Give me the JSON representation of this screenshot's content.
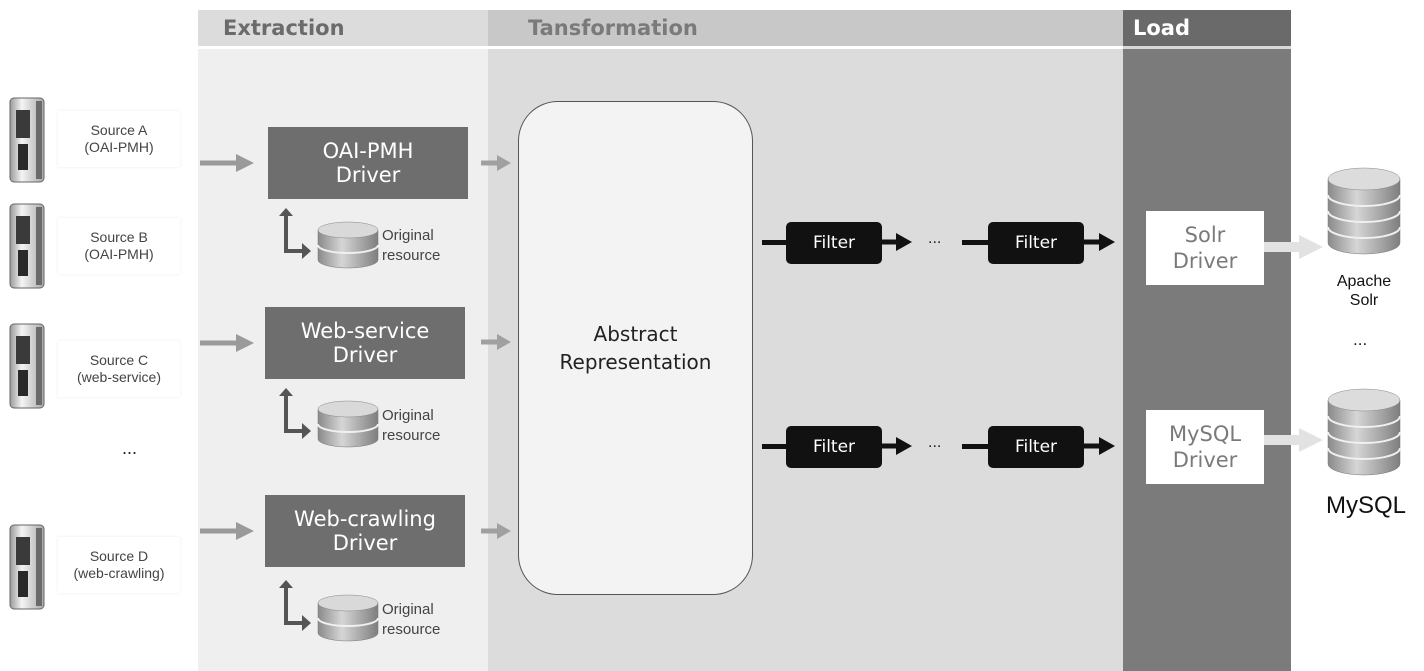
{
  "headers": {
    "extraction": "Extraction",
    "transformation": "Tansformation",
    "load": "Load"
  },
  "sources": [
    {
      "line1": "Source A",
      "line2": "(OAI-PMH)"
    },
    {
      "line1": "Source B",
      "line2": "(OAI-PMH)"
    },
    {
      "line1": "Source C",
      "line2": "(web-service)"
    },
    {
      "line1": "Source D",
      "line2": "(web-crawling)"
    }
  ],
  "sources_ellipsis": "...",
  "drivers": [
    {
      "line1": "OAI-PMH",
      "line2": "Driver"
    },
    {
      "line1": "Web-service",
      "line2": "Driver"
    },
    {
      "line1": "Web-crawling",
      "line2": "Driver"
    }
  ],
  "original_resource": {
    "line1": "Original",
    "line2": "resource"
  },
  "abstract": {
    "line1": "Abstract",
    "line2": "Representation"
  },
  "filters": {
    "label": "Filter",
    "ellipsis": "..."
  },
  "load_drivers": [
    {
      "line1": "Solr",
      "line2": "Driver"
    },
    {
      "line1": "MySQL",
      "line2": "Driver"
    }
  ],
  "databases": {
    "solr_line1": "Apache",
    "solr_line2": "Solr",
    "ellipsis": "...",
    "mysql": "MySQL"
  }
}
